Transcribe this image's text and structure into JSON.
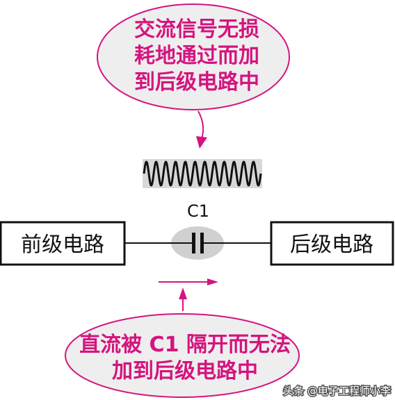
{
  "top_callout": {
    "lines": [
      "交流信号无损",
      "耗地通过而加",
      "到后级电路中"
    ]
  },
  "left_box": {
    "label": "前级电路"
  },
  "right_box": {
    "label": "后级电路"
  },
  "capacitor": {
    "label": "C1"
  },
  "bottom_callout": {
    "lines": [
      "直流被 C1 隔开而无法",
      "加到后级电路中"
    ]
  },
  "watermark": {
    "text": "头条 @电子工程师小李"
  },
  "colors": {
    "callout_fill": "#eeeeee",
    "callout_border": "#d4147f",
    "callout_text": "#d4147f",
    "ac_band": "#d8d8d8",
    "capacitor_halo": "#d0d0d0",
    "line": "#111111"
  }
}
